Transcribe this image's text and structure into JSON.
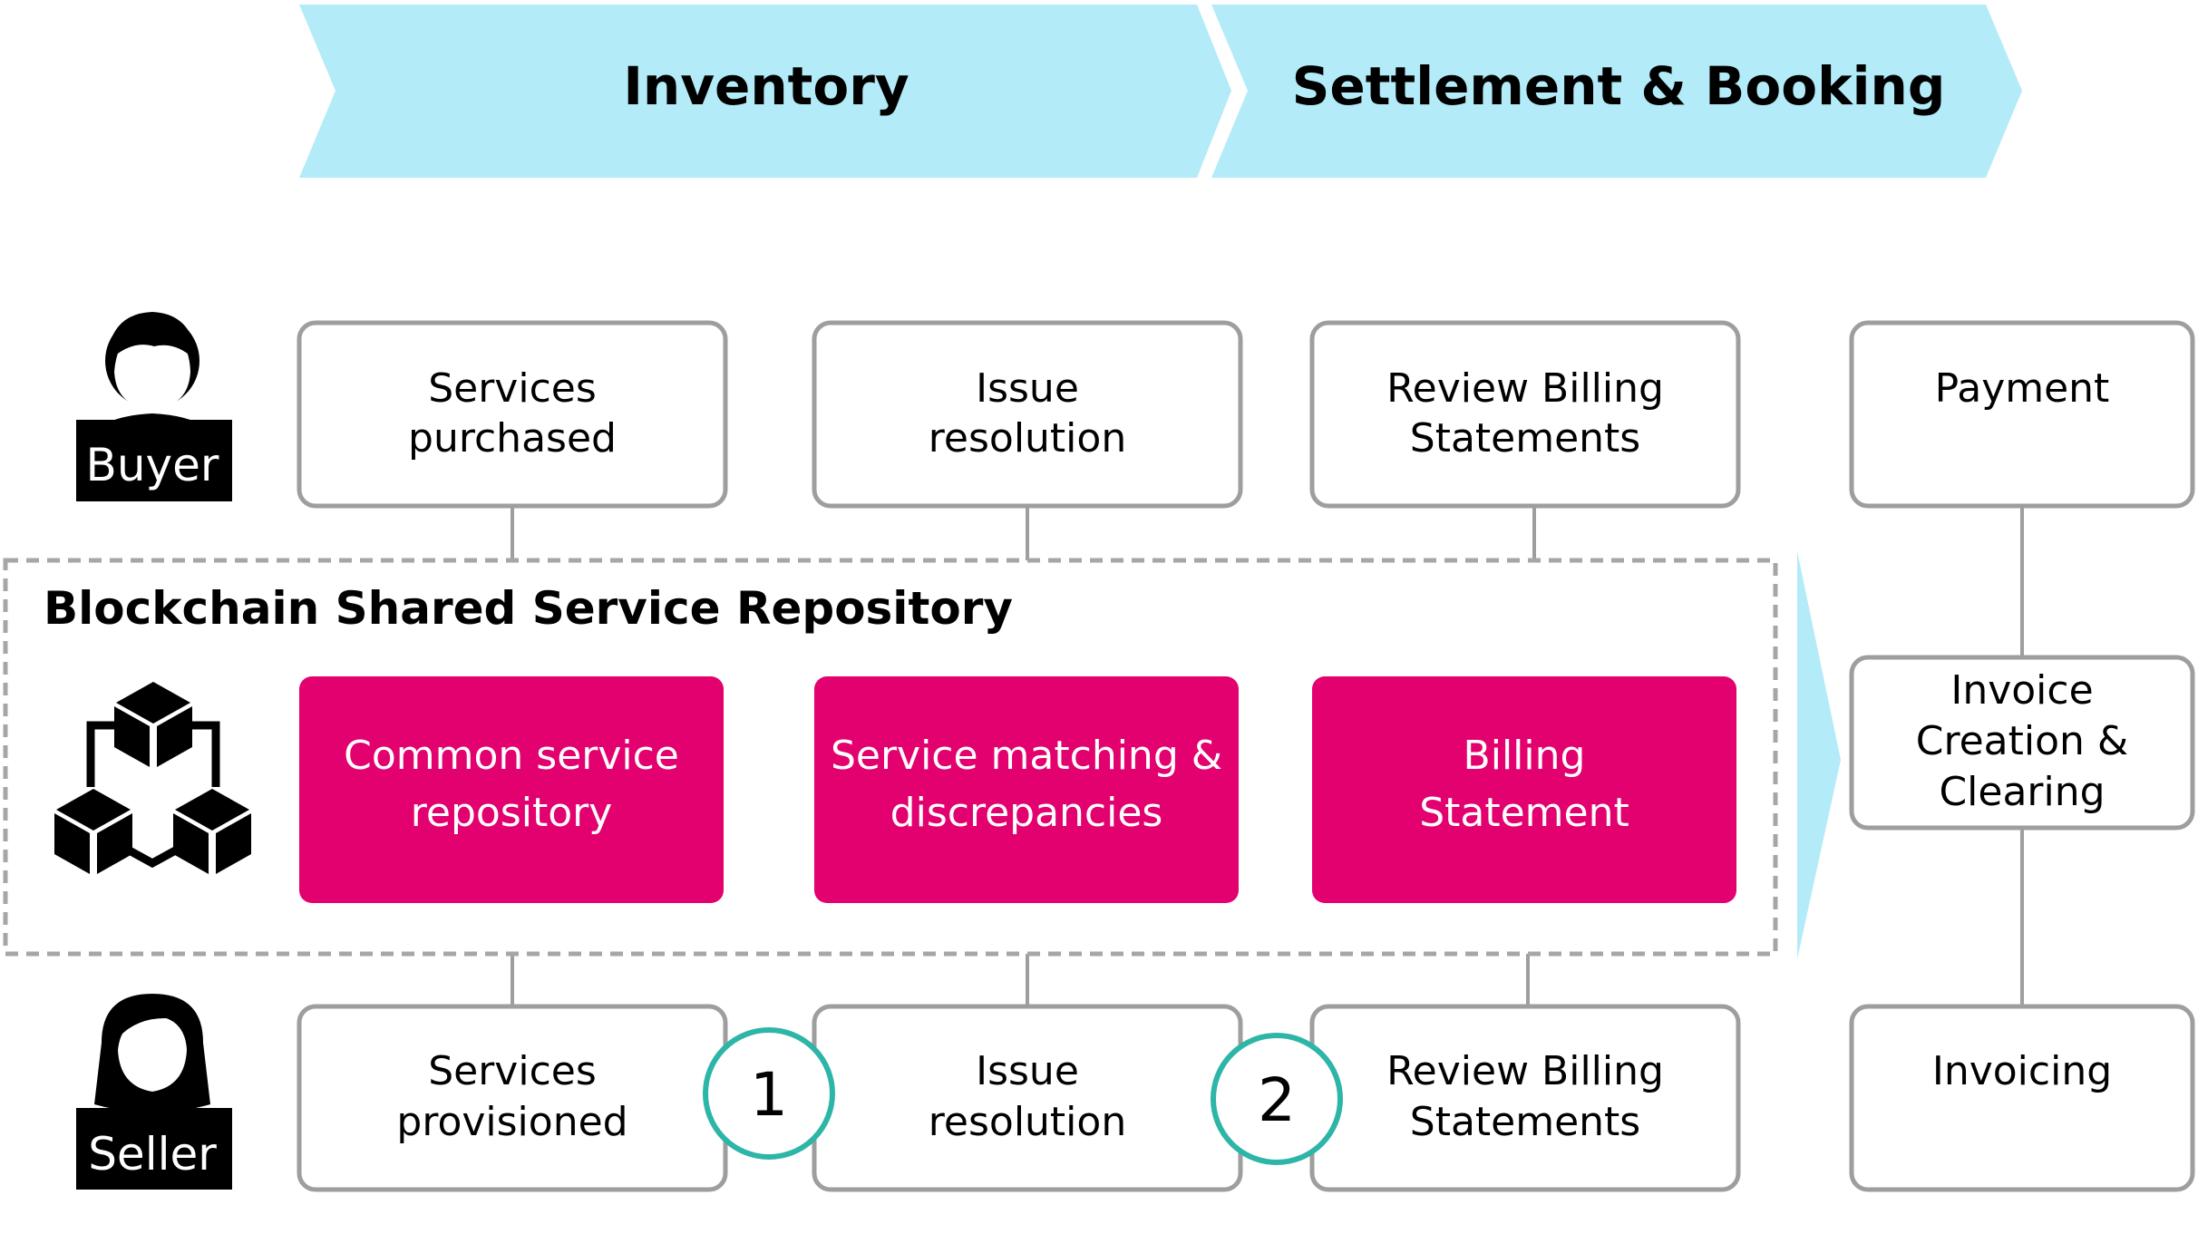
{
  "colors": {
    "phase_fill": "#b3ebf8",
    "box_border": "#9e9e9e",
    "pink": "#e2016f",
    "badge_border": "#2db5a8",
    "dashed": "#a6a6a6",
    "icon": "#000000"
  },
  "phases": [
    {
      "label": "Inventory"
    },
    {
      "label": "Settlement & Booking"
    }
  ],
  "roles": {
    "buyer": {
      "label": "Buyer",
      "icon": "buyer-person-icon"
    },
    "seller": {
      "label": "Seller",
      "icon": "seller-person-icon"
    }
  },
  "buyer_steps": [
    {
      "lines": [
        "Services",
        "purchased"
      ]
    },
    {
      "lines": [
        "Issue",
        "resolution"
      ]
    },
    {
      "lines": [
        "Review Billing",
        "Statements"
      ]
    },
    {
      "lines": [
        "Payment"
      ]
    }
  ],
  "seller_steps": [
    {
      "lines": [
        "Services",
        "provisioned"
      ]
    },
    {
      "lines": [
        "Issue",
        "resolution"
      ]
    },
    {
      "lines": [
        "Review Billing",
        "Statements"
      ]
    },
    {
      "lines": [
        "Invoicing"
      ]
    }
  ],
  "repository": {
    "title": "Blockchain Shared Service Repository",
    "icon": "blockchain-cubes-icon",
    "items": [
      {
        "lines": [
          "Common service",
          "repository"
        ]
      },
      {
        "lines": [
          "Service matching &",
          "discrepancies"
        ]
      },
      {
        "lines": [
          "Billing",
          "Statement"
        ]
      }
    ]
  },
  "invoice_box": {
    "lines": [
      "Invoice",
      "Creation &",
      "Clearing"
    ]
  },
  "badges": [
    "1",
    "2"
  ]
}
